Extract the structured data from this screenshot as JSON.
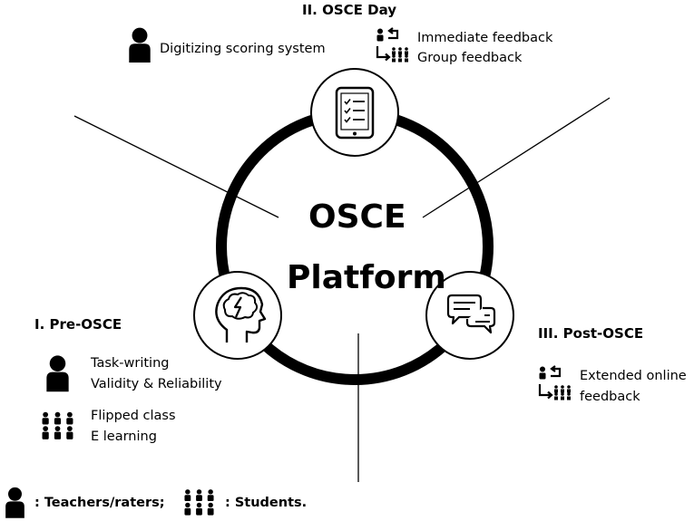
{
  "center": {
    "line1": "OSCE",
    "line2": "Platform"
  },
  "osce_day": {
    "title": "II. OSCE Day",
    "teacher_item": "Digitizing scoring system",
    "feedback_items": [
      "Immediate feedback",
      "Group feedback"
    ],
    "icon": "tablet-checklist-icon"
  },
  "pre_osce": {
    "title": "I. Pre-OSCE",
    "teacher_items": [
      "Task-writing",
      "Validity & Reliability"
    ],
    "student_items": [
      "Flipped class",
      "E learning"
    ],
    "icon": "head-brain-icon"
  },
  "post_osce": {
    "title": "III. Post-OSCE",
    "feedback_items": [
      "Extended online",
      "feedback"
    ],
    "icon": "chat-bubbles-icon"
  },
  "legend": {
    "teachers": ": Teachers/raters;",
    "students": ": Students."
  },
  "colors": {
    "ink": "#000000",
    "background": "#ffffff"
  }
}
